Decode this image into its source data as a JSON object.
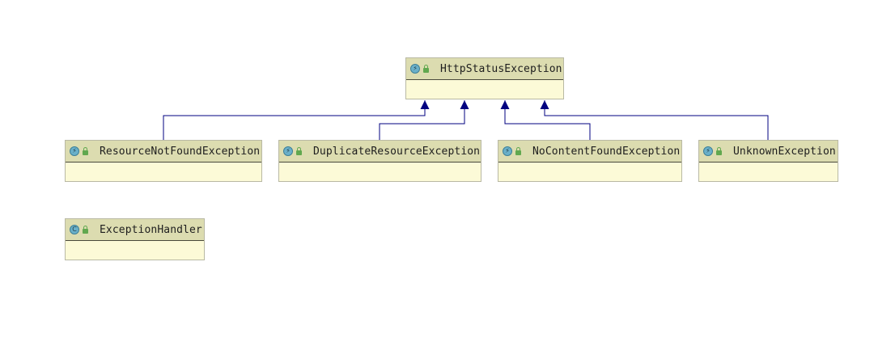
{
  "colors": {
    "header_bg": "#dcdcb0",
    "body_bg": "#fcfad7",
    "edge": "#000080",
    "interface_icon": "#6ab0c9"
  },
  "diagram": {
    "nodes": [
      {
        "id": "HttpStatusException",
        "label": "HttpStatusException",
        "kind_glyph": "⚡",
        "kind_icon": "interface-icon"
      },
      {
        "id": "ResourceNotFoundException",
        "label": "ResourceNotFoundException",
        "kind_glyph": "⚡",
        "kind_icon": "interface-icon"
      },
      {
        "id": "DuplicateResourceException",
        "label": "DuplicateResourceException",
        "kind_glyph": "⚡",
        "kind_icon": "interface-icon"
      },
      {
        "id": "NoContentFoundException",
        "label": "NoContentFoundException",
        "kind_glyph": "⚡",
        "kind_icon": "interface-icon"
      },
      {
        "id": "UnknownException",
        "label": "UnknownException",
        "kind_glyph": "⚡",
        "kind_icon": "interface-icon"
      },
      {
        "id": "ExceptionHandler",
        "label": "ExceptionHandler",
        "kind_glyph": "C",
        "kind_icon": "class-icon"
      }
    ],
    "edges": [
      {
        "from": "ResourceNotFoundException",
        "to": "HttpStatusException",
        "type": "inheritance"
      },
      {
        "from": "DuplicateResourceException",
        "to": "HttpStatusException",
        "type": "inheritance"
      },
      {
        "from": "NoContentFoundException",
        "to": "HttpStatusException",
        "type": "inheritance"
      },
      {
        "from": "UnknownException",
        "to": "HttpStatusException",
        "type": "inheritance"
      }
    ]
  }
}
